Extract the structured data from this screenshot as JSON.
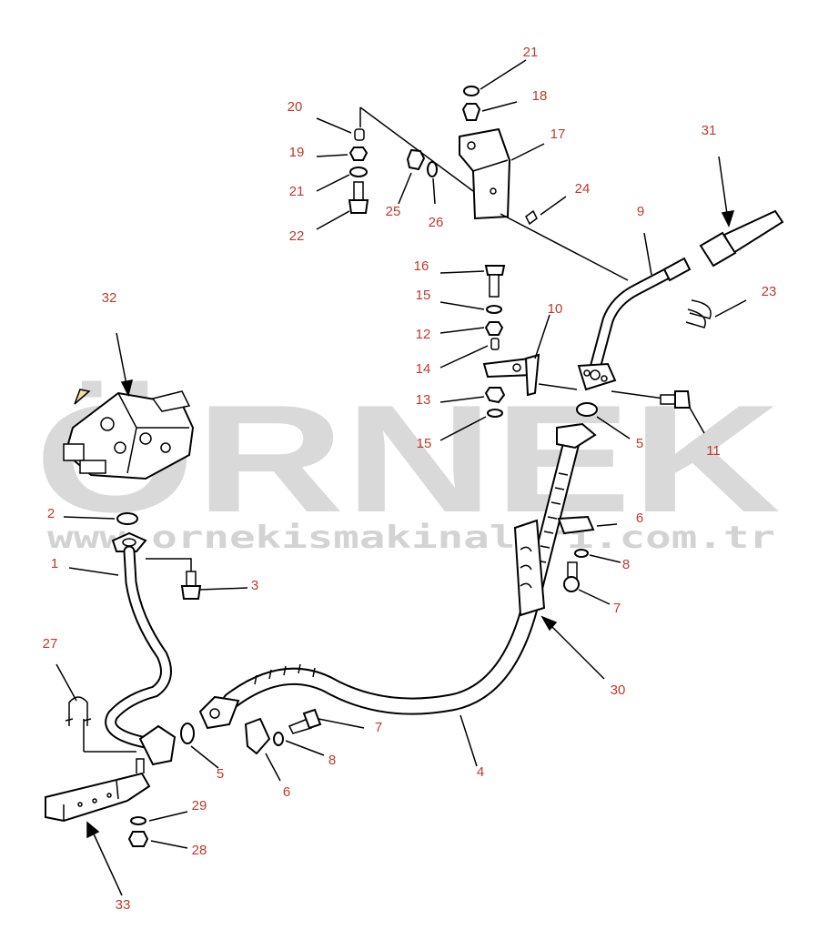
{
  "watermark": {
    "brand": "ÖRNEK",
    "url": "www.ornekismakinalari.com.tr"
  },
  "callouts": {
    "c1": "1",
    "c2": "2",
    "c3": "3",
    "c4": "4",
    "c5a": "5",
    "c5b": "5",
    "c6a": "6",
    "c6b": "6",
    "c7a": "7",
    "c7b": "7",
    "c8a": "8",
    "c8b": "8",
    "c9": "9",
    "c10": "10",
    "c11": "11",
    "c12": "12",
    "c13": "13",
    "c14": "14",
    "c15a": "15",
    "c15b": "15",
    "c16": "16",
    "c17": "17",
    "c18": "18",
    "c19": "19",
    "c20": "20",
    "c21a": "21",
    "c21b": "21",
    "c22": "22",
    "c23": "23",
    "c24": "24",
    "c25": "25",
    "c26": "26",
    "c27": "27",
    "c28": "28",
    "c29": "29",
    "c30": "30",
    "c31": "31",
    "c32": "32",
    "c33": "33"
  },
  "colors": {
    "callout_text": "#c0392b",
    "watermark": "#d9d9d9",
    "line_art": "#000000",
    "background": "#ffffff"
  }
}
